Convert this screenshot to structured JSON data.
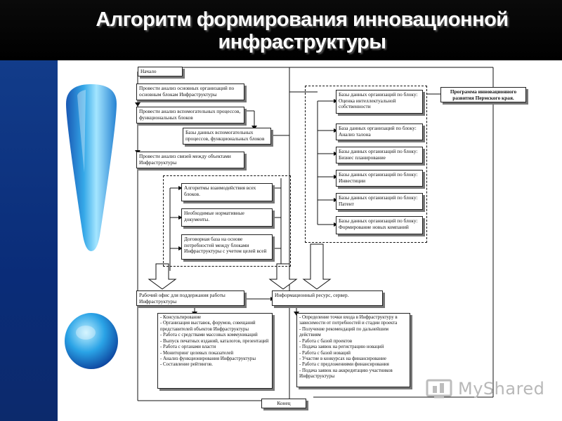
{
  "slide": {
    "title_line1": "Алгоритм формирования инновационной",
    "title_line2": "инфраструктуры"
  },
  "colors": {
    "background": "#000000",
    "accent_blue": "#2aa3e6",
    "left_bar": "#0c2f7a"
  },
  "icons": {
    "decoration": "exclamation-mark-icon",
    "watermark": "myshared-logo-icon"
  },
  "flowchart": {
    "start": "Начало",
    "end": "Конец",
    "analysis_steps": [
      "Провести анализ основных организаций по основным блокам Инфраструктуры",
      "Провести анализ вспомогательных процессов, функциональных блоков",
      "Базы данных вспомогательных процессов, функциональных блоков",
      "Провести анализ связей между объектами Инфраструктуры"
    ],
    "inner_blocks": [
      "Алгоритмы взаимодействия всех блоков.",
      "Необходимые нормативные документы.",
      "Договорная база на основе потребностей между блоками Инфраструктуры с учетом целей всей"
    ],
    "databases": [
      "Базы данных организаций по блоку: Оценка интеллектуальной собственности",
      "База данных организаций по блоку: Анализ талона",
      "Базы данных организаций по блоку: Бизнес планирование",
      "Базы данных организаций по блоку: Инвестиции",
      "Базы данных организаций по блоку: Патент",
      "Базы данных организаций по блоку: Формирование новых компаний"
    ],
    "program_box": "Программа инновационного развития Пермского края.",
    "office_box": "Рабочий офис для поддержания работы Инфраструктуры",
    "info_box": "Информационный ресурс, сервер.",
    "office_functions": "- Консультирование\n- Организация выставок, форумов, совещаний представителей объектов Инфраструктуры\n- Работа с средствами массовых коммуникаций\n- Выпуск печатных изданий, каталогов, презентаций\n- Работа с органами власти\n- Мониторинг целевых показателей\n- Анализ функционирования Инфраструктуры\n- Составление рейтингов.",
    "info_functions": "- Определение точки входа в Инфраструктуру в зависимости от потребностей и стадии проекта\n- Получение рекомендаций по дальнейшим действиям\n- Работа с базой проектов\n- Подача заявок на регистрацию новаций\n- Работа с базой новаций\n- Участие в конкурсах на финансирование\n- Работа с предложениями финансирования\n- Подача заявок на аккредитацию участников Инфраструктуры"
  },
  "watermark": {
    "text": "MyShared"
  }
}
